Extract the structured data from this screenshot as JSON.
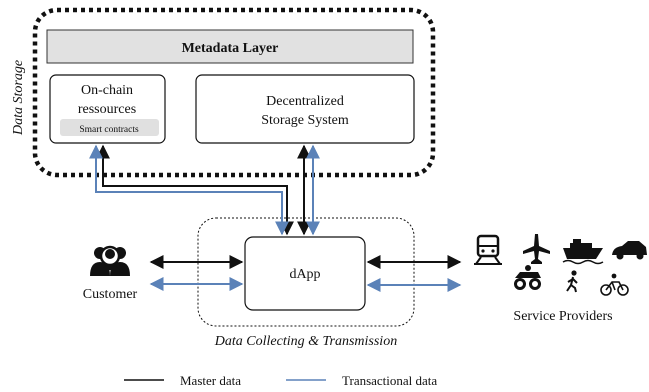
{
  "storage": {
    "label": "Data Storage",
    "metadata_layer": "Metadata Layer",
    "onchain": {
      "line1": "On-chain",
      "line2": "ressources",
      "smart_contracts": "Smart contracts"
    },
    "decentralized": {
      "line1": "Decentralized",
      "line2": "Storage System"
    }
  },
  "collecting": {
    "label": "Data Collecting & Transmission",
    "dapp": "dApp"
  },
  "customer": {
    "label": "Customer",
    "icon": "customer-group-icon"
  },
  "providers": {
    "label": "Service Providers",
    "icons": [
      "train-icon",
      "airplane-icon",
      "ship-icon",
      "car-icon",
      "atv-icon",
      "walking-icon",
      "bicycle-icon"
    ]
  },
  "legend": {
    "master": "Master data",
    "transactional": "Transactional data"
  },
  "colors": {
    "master": "#111111",
    "transactional": "#5b82b8",
    "metadata_fill": "#e1e1e1",
    "smart_fill": "#e0e0e0"
  }
}
